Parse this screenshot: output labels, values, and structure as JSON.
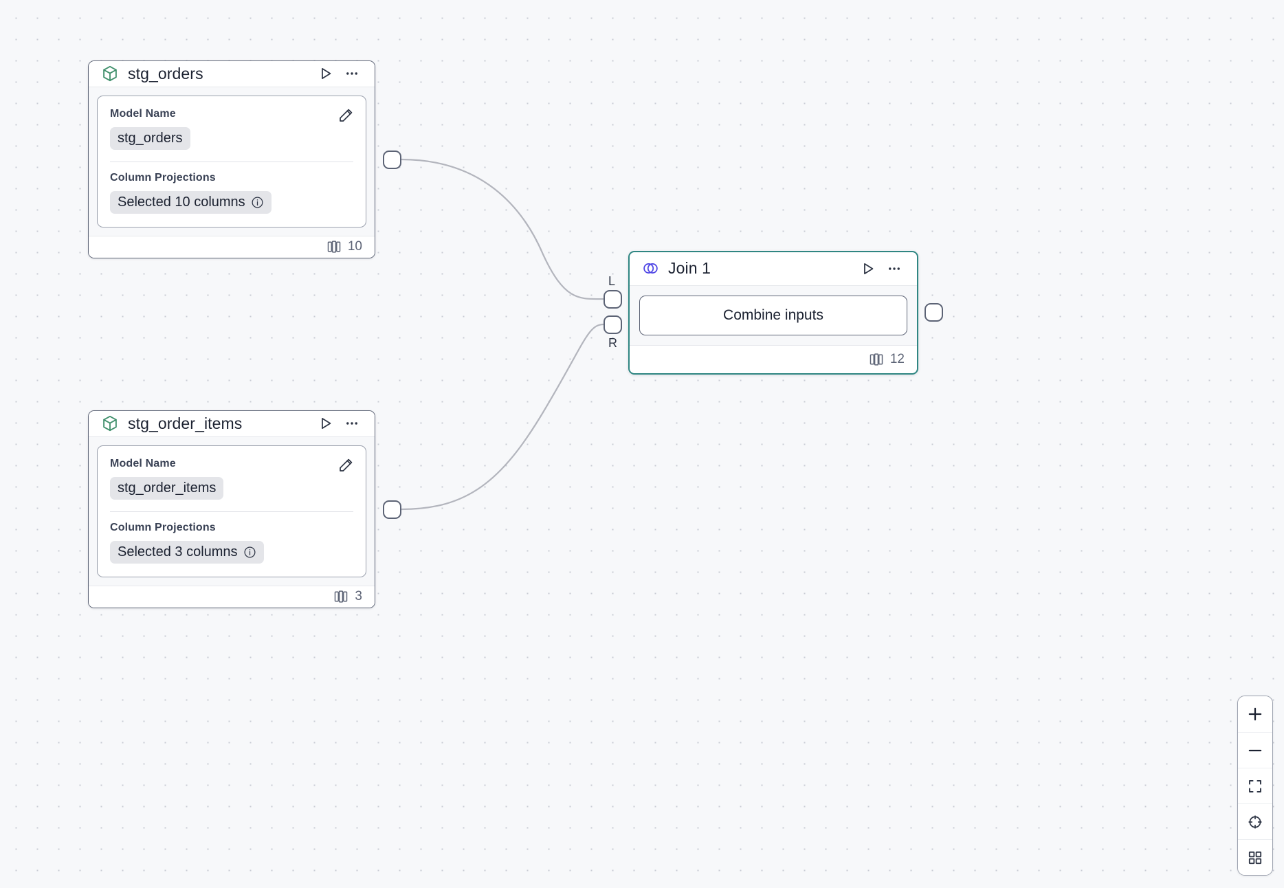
{
  "canvas": {
    "background_color": "#f7f8fa",
    "grid_dot_color": "#c8cbd4"
  },
  "nodes": [
    {
      "id": "stg_orders",
      "type": "model",
      "title": "stg_orders",
      "icon": "cube-icon",
      "icon_color": "#3f8f6b",
      "selected": false,
      "run_label": "Run",
      "menu_label": "More options",
      "fields": [
        {
          "label": "Model Name",
          "value": "stg_orders"
        },
        {
          "label": "Column Projections",
          "value": "Selected 10 columns"
        }
      ],
      "column_count": "10"
    },
    {
      "id": "stg_order_items",
      "type": "model",
      "title": "stg_order_items",
      "icon": "cube-icon",
      "icon_color": "#3f8f6b",
      "selected": false,
      "run_label": "Run",
      "menu_label": "More options",
      "fields": [
        {
          "label": "Model Name",
          "value": "stg_order_items"
        },
        {
          "label": "Column Projections",
          "value": "Selected 3 columns"
        }
      ],
      "column_count": "3"
    },
    {
      "id": "join_1",
      "type": "join",
      "title": "Join 1",
      "icon": "venn-diagram-icon",
      "icon_color": "#4f46e5",
      "selected": true,
      "border_color": "#2f8682",
      "run_label": "Run",
      "menu_label": "More options",
      "action_button": "Combine inputs",
      "input_ports": [
        {
          "id": "left",
          "label": "L"
        },
        {
          "id": "right",
          "label": "R"
        }
      ],
      "column_count": "12"
    }
  ],
  "edges": [
    {
      "from": "stg_orders",
      "to": "join_1",
      "to_port": "L"
    },
    {
      "from": "stg_order_items",
      "to": "join_1",
      "to_port": "R"
    }
  ],
  "zoom_controls": [
    {
      "id": "zoom-in",
      "icon": "plus-icon",
      "label": "Zoom in"
    },
    {
      "id": "zoom-out",
      "icon": "minus-icon",
      "label": "Zoom out"
    },
    {
      "id": "fit-view",
      "icon": "fit-view-icon",
      "label": "Fit view"
    },
    {
      "id": "center",
      "icon": "crosshair-icon",
      "label": "Center"
    },
    {
      "id": "toggle-grid",
      "icon": "grid-icon",
      "label": "Toggle grid"
    }
  ]
}
